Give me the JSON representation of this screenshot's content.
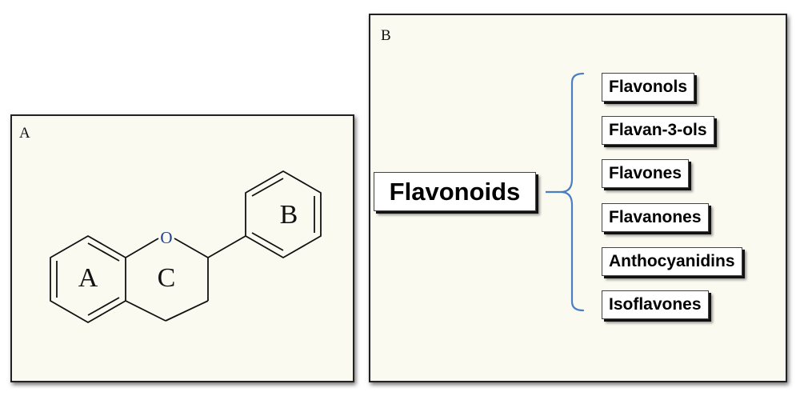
{
  "panel_a": {
    "letter": "A",
    "ring_labels": {
      "ring_a": "A",
      "ring_c": "C",
      "ring_b": "B"
    },
    "heteroatom": "O"
  },
  "panel_b": {
    "letter": "B",
    "main": "Flavonoids",
    "subclasses": [
      "Flavonols",
      "Flavan-3-ols",
      "Flavones",
      "Flavanones",
      "Anthocyanidins",
      "Isoflavones"
    ]
  },
  "colors": {
    "panel_bg": "#fbfaf1",
    "brace": "#4a7fc0",
    "oxygen": "#1f3f8f"
  }
}
